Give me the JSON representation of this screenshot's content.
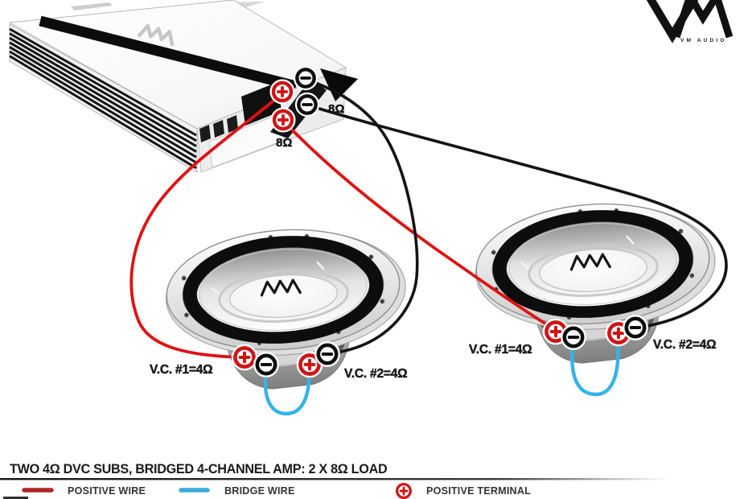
{
  "brand": {
    "logo_text": "VM",
    "tagline": "VM AUDIO"
  },
  "amp": {
    "name": "bridged 4-channel amplifier",
    "pairs": [
      {
        "impedance": "8Ω"
      },
      {
        "impedance": "8Ω"
      }
    ],
    "terminals": [
      {
        "polarity": "+"
      },
      {
        "polarity": "−"
      },
      {
        "polarity": "−"
      },
      {
        "polarity": "+"
      }
    ]
  },
  "subwoofers": [
    {
      "id": "left",
      "coils": [
        {
          "label": "V.C. #1=4Ω"
        },
        {
          "label": "V.C. #2=4Ω"
        }
      ],
      "terminals": [
        {
          "polarity": "+"
        },
        {
          "polarity": "−"
        },
        {
          "polarity": "+"
        },
        {
          "polarity": "−"
        }
      ]
    },
    {
      "id": "right",
      "coils": [
        {
          "label": "V.C. #1=4Ω"
        },
        {
          "label": "V.C. #2=4Ω"
        }
      ],
      "terminals": [
        {
          "polarity": "+"
        },
        {
          "polarity": "−"
        },
        {
          "polarity": "+"
        },
        {
          "polarity": "−"
        }
      ]
    }
  ],
  "caption": {
    "title": "TWO 4Ω DVC SUBS, BRIDGED 4-CHANNEL AMP: 2 X 8Ω LOAD"
  },
  "legend": {
    "items": [
      {
        "swatch": "line",
        "label": "POSITIVE WIRE"
      },
      {
        "swatch": "line",
        "label": "BRIDGE WIRE"
      },
      {
        "swatch": "plus-circle",
        "label": "POSITIVE TERMINAL"
      }
    ]
  },
  "colors": {
    "positive_wire": "#de1313",
    "negative_wire": "#141414",
    "bridge_wire": "#35b3e8",
    "positive_terminal": "#cf1515",
    "negative_terminal": "#0d0d0d",
    "legend_positive": "#b32323",
    "legend_bridge": "#3aabdb"
  }
}
